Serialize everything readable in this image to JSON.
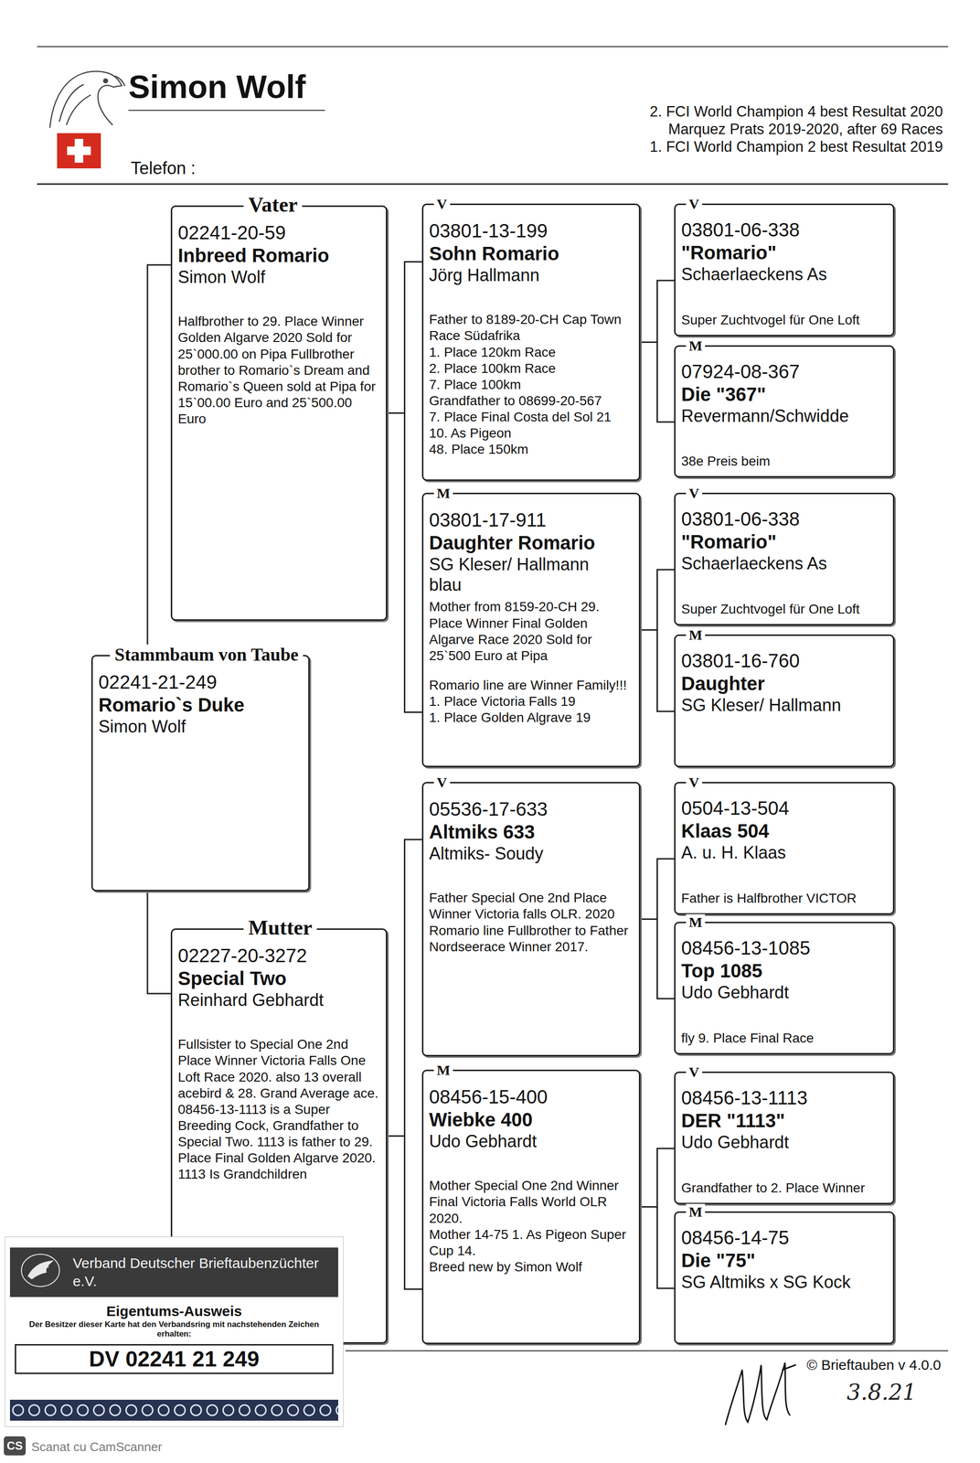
{
  "diagram": {
    "title": "Simon Wolf",
    "nodes": [
      {
        "text": [
          "Vater",
          "02241-20-59",
          "Inbreed Romario",
          "Simon Wolf",
          "Halfbrother to 29. Place Winner Golden Algarve 2020 Sold for 25`000.00 on Pipa Fullbrother brother to Romario`s Dream and Romario`s Queen sold at Pipa for 15`00.00 Euro and 25`500.00 Euro"
        ]
      },
      {
        "text": [
          "Stammbaum von Taube",
          "02241-21-249",
          "Romario`s Duke",
          "Simon Wolf"
        ]
      },
      {
        "text": [
          "Mutter",
          "02227-20-3272",
          "Special Two",
          "Reinhard Gebhardt",
          "Fullsister to Special One 2nd Place Winner Victoria Falls One Loft Race 2020. also 13 overall acebird & 28. Grand Average ace. 08456-13-1113 is a Super Breeding Cock, Grandfather to Special Two. 1113 is father to 29. Place Final Golden Algarve 2020. 1113 Is Grandchildren"
        ]
      },
      {
        "text": [
          "V",
          "03801-13-199",
          "Sohn Romario",
          "Jörg Hallmann",
          "Father to 8189-20-CH Cap Town Race Südafrika",
          "1. Place 120km Race",
          "2. Place 100km Race",
          "7. Place 100km",
          "Grandfather to 08699-20-567",
          "7. Place Final Costa del Sol 21",
          "10. As Pigeon",
          "48. Place 150km"
        ]
      },
      {
        "text": [
          "M",
          "03801-17-911",
          "Daughter Romario",
          "SG Kleser/ Hallmann",
          "blau",
          "Mother from 8159-20-CH 29. Place Winner Final Golden Algarve Race 2020 Sold for 25`500 Euro at Pipa",
          "Romario line are Winner Family!!!",
          "1. Place Victoria Falls 19",
          "1. Place Golden Algrave 19"
        ]
      },
      {
        "text": [
          "V",
          "05536-17-633",
          "Altmiks 633",
          "Altmiks- Soudy",
          "Father Special One 2nd Place Winner Victoria falls OLR. 2020",
          "Romario line Fullbrother to Father Nordseerace Winner 2017."
        ]
      },
      {
        "text": [
          "M",
          "08456-15-400",
          "Wiebke 400",
          "Udo Gebhardt",
          "Mother Special One 2nd Winner Final Victoria Falls World OLR 2020.",
          "Mother 14-75 1. As Pigeon Super Cup 14.",
          "Breed new by Simon Wolf"
        ]
      },
      {
        "text": [
          "V",
          "03801-06-338",
          "\"Romario\"",
          "Schaerlaeckens As",
          "Super Zuchtvogel für One Loft"
        ]
      },
      {
        "text": [
          "M",
          "07924-08-367",
          "Die \"367\"",
          "Revermann/Schwidde",
          "38e Preis beim"
        ]
      },
      {
        "text": [
          "V",
          "03801-06-338",
          "\"Romario\"",
          "Schaerlaeckens As",
          "Super Zuchtvogel für One Loft"
        ]
      },
      {
        "text": [
          "M",
          "03801-16-760",
          "Daughter",
          "SG Kleser/ Hallmann"
        ]
      },
      {
        "text": [
          "V",
          "0504-13-504",
          "Klaas 504",
          "A. u. H. Klaas",
          "Father is Halfbrother VICTOR"
        ]
      },
      {
        "text": [
          "M",
          "08456-13-1085",
          "Top 1085",
          "Udo Gebhardt",
          "fly 9. Place Final Race"
        ]
      },
      {
        "text": [
          "V",
          "08456-13-1113",
          "DER \"1113\"",
          "Udo Gebhardt",
          "Grandfather to 2. Place Winner"
        ]
      },
      {
        "text": [
          "M",
          "08456-14-75",
          "Die \"75\"",
          "SG Altmiks x SG Kock"
        ]
      },
      {
        "text": [
          "Verband Deutscher Brieftaubenzüchter e.V.",
          "Eigentums-Ausweis",
          "Der Besitzer dieser Karte hat den Verbandsring mit nachstehenden Zeichen erhalten:",
          "DV 02241 21 249"
        ]
      }
    ],
    "edges": [
      {
        "from": 1,
        "to": 0,
        "arrow": "none"
      },
      {
        "from": 1,
        "to": 2,
        "arrow": "none"
      },
      {
        "from": 0,
        "to": 3,
        "arrow": "none"
      },
      {
        "from": 0,
        "to": 4,
        "arrow": "none"
      },
      {
        "from": 2,
        "to": 5,
        "arrow": "none"
      },
      {
        "from": 2,
        "to": 6,
        "arrow": "none"
      },
      {
        "from": 3,
        "to": 7,
        "arrow": "none"
      },
      {
        "from": 3,
        "to": 8,
        "arrow": "none"
      },
      {
        "from": 4,
        "to": 9,
        "arrow": "none"
      },
      {
        "from": 4,
        "to": 10,
        "arrow": "none"
      },
      {
        "from": 5,
        "to": 11,
        "arrow": "none"
      },
      {
        "from": 5,
        "to": 12,
        "arrow": "none"
      },
      {
        "from": 6,
        "to": 13,
        "arrow": "none"
      },
      {
        "from": 6,
        "to": 14,
        "arrow": "none"
      }
    ],
    "labels": [
      "Telefon :",
      "2. FCI World Champion 4 best Resultat 2020",
      "Marquez Prats 2019-2020, after 69 Races",
      "1. FCI World Champion 2 best Resultat 2019",
      "© Brieftauben v 4.0.0",
      "3.8.21",
      "CS",
      "Scanat cu CamScanner"
    ]
  }
}
